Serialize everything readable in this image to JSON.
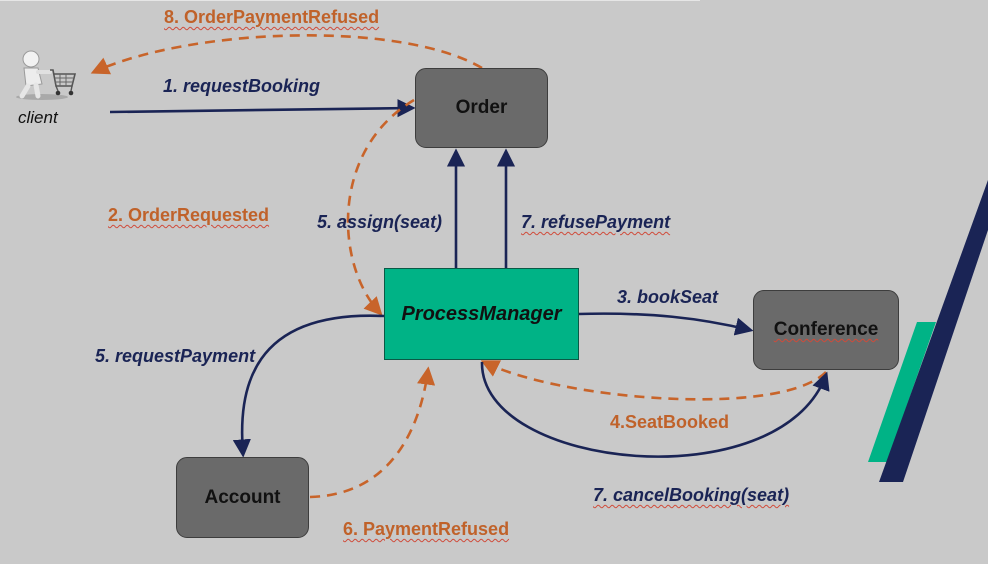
{
  "actors": {
    "client": "client"
  },
  "nodes": {
    "order": "Order",
    "process_manager": "ProcessManager",
    "conference": "Conference",
    "account": "Account"
  },
  "labels": {
    "l1": "1. requestBooking",
    "l2": "2. OrderRequested",
    "l3": "3. bookSeat",
    "l4": "4.SeatBooked",
    "l5a": "5. assign(seat)",
    "l5b": "5. requestPayment",
    "l6": "6. PaymentRefused",
    "l7a": "7. refusePayment",
    "l7b": "7. cancelBooking(seat)",
    "l8": "8. OrderPaymentRefused"
  },
  "colors": {
    "command_arrow": "#1a2455",
    "event_arrow": "#c8642a",
    "process_manager_fill": "#00b386",
    "node_fill": "#6a6a6a"
  }
}
